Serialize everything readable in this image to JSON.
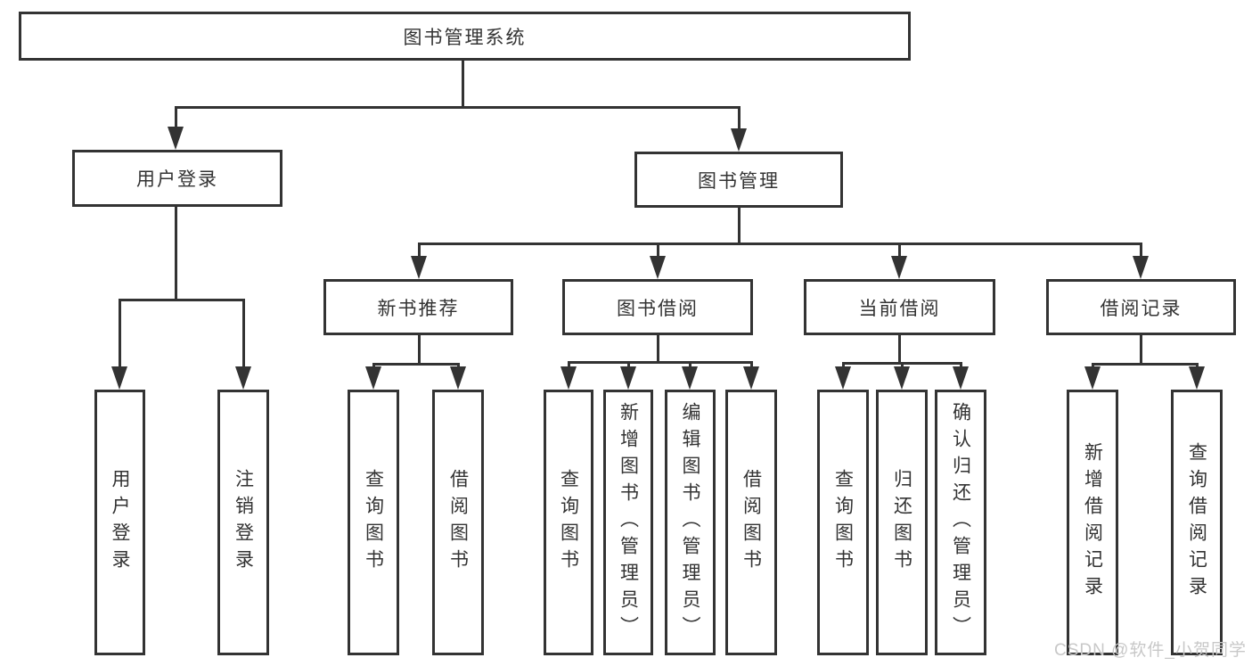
{
  "diagram": {
    "watermark": "CSDN @软件_小贺同学",
    "colors": {
      "line": "#333333",
      "text": "#333333",
      "box_fill": "#ffffff",
      "background": "#ffffff",
      "watermark": "#c8c8c8"
    },
    "tree": {
      "id": "root",
      "label": "图书管理系统",
      "children": [
        {
          "id": "user-login",
          "label": "用户登录",
          "children": [
            {
              "id": "leaf-user-login",
              "label": "用户登录"
            },
            {
              "id": "leaf-logout",
              "label": "注销登录"
            }
          ]
        },
        {
          "id": "book-mgmt",
          "label": "图书管理",
          "children": [
            {
              "id": "new-book-rec",
              "label": "新书推荐",
              "children": [
                {
                  "id": "leaf-rec-query",
                  "label": "查询图书"
                },
                {
                  "id": "leaf-rec-borrow",
                  "label": "借阅图书"
                }
              ]
            },
            {
              "id": "book-borrow",
              "label": "图书借阅",
              "children": [
                {
                  "id": "leaf-bb-query",
                  "label": "查询图书"
                },
                {
                  "id": "leaf-bb-add",
                  "label": "新增图书（管理员）"
                },
                {
                  "id": "leaf-bb-edit",
                  "label": "编辑图书（管理员）"
                },
                {
                  "id": "leaf-bb-borrow",
                  "label": "借阅图书"
                }
              ]
            },
            {
              "id": "current-borrow",
              "label": "当前借阅",
              "children": [
                {
                  "id": "leaf-cb-query",
                  "label": "查询图书"
                },
                {
                  "id": "leaf-cb-return",
                  "label": "归还图书"
                },
                {
                  "id": "leaf-cb-confirm",
                  "label": "确认归还（管理员）"
                }
              ]
            },
            {
              "id": "borrow-records",
              "label": "借阅记录",
              "children": [
                {
                  "id": "leaf-br-add",
                  "label": "新增借阅记录"
                },
                {
                  "id": "leaf-br-query",
                  "label": "查询借阅记录"
                }
              ]
            }
          ]
        }
      ]
    }
  }
}
